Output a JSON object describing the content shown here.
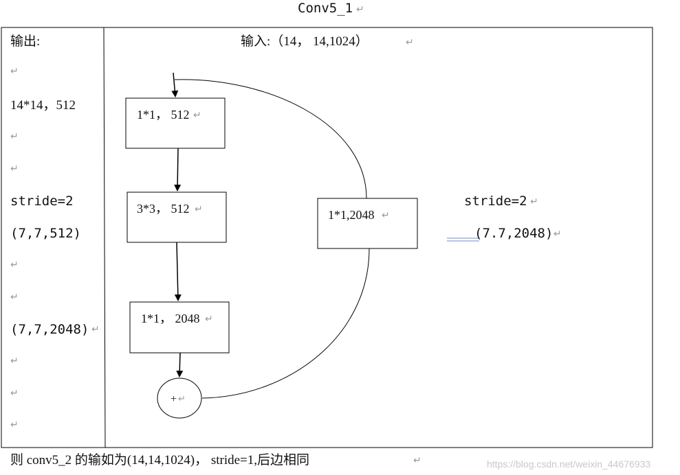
{
  "page_title": "Conv5_1",
  "return_mark": "↵",
  "left_panel": {
    "output_label": "输出:",
    "shape_in": "14*14，512",
    "stride": "stride=2",
    "shape_mid": "(7,7,512)",
    "shape_out": "(7,7,2048)"
  },
  "main_panel": {
    "input_label": "输入:（14， 14,1024）",
    "box1": "1*1， 512",
    "box2": "3*3， 512",
    "box3": "1*1， 2048",
    "shortcut_box": "1*1,2048",
    "add_symbol": "+",
    "stride_note": "stride=2",
    "shape_note": "(7.7,2048)"
  },
  "footer_note": "则 conv5_2 的输如为(14,14,1024)， stride=1,后边相同",
  "watermark": "https://blog.csdn.net/weixin_44676933"
}
